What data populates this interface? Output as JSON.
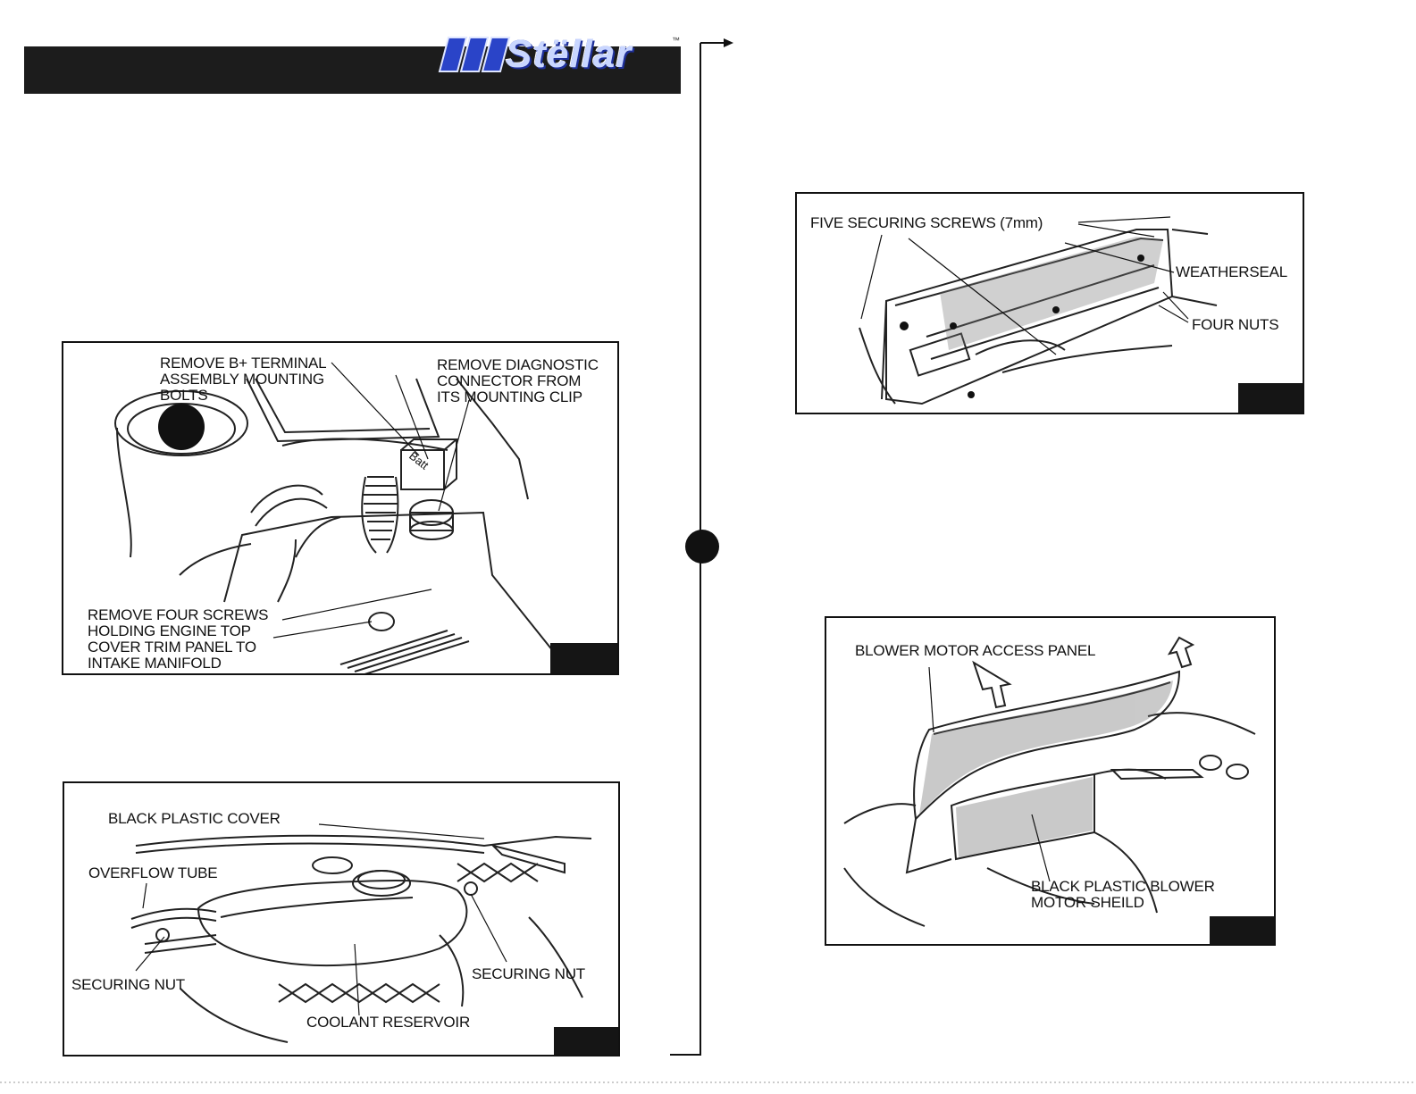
{
  "brand": {
    "name": "Stëllar",
    "trademark": "™"
  },
  "figures": [
    {
      "id": "fig-battery",
      "callouts": [
        "REMOVE B+ TERMINAL\nASSEMBLY MOUNTING\nBOLTS",
        "REMOVE DIAGNOSTIC\nCONNECTOR FROM\nITS MOUNTING CLIP",
        "REMOVE FOUR SCREWS\nHOLDING ENGINE TOP\nCOVER TRIM PANEL TO\nINTAKE MANIFOLD"
      ],
      "part_label": "Batt"
    },
    {
      "id": "fig-reservoir",
      "callouts": [
        "BLACK PLASTIC COVER",
        "OVERFLOW TUBE",
        "SECURING NUT",
        "SECURING NUT",
        "COOLANT RESERVOIR"
      ]
    },
    {
      "id": "fig-cowl",
      "callouts": [
        "FIVE SECURING SCREWS (7mm)",
        "WEATHERSEAL",
        "FOUR NUTS"
      ]
    },
    {
      "id": "fig-blower",
      "callouts": [
        "BLOWER MOTOR ACCESS PANEL",
        "BLACK PLASTIC BLOWER\nMOTOR SHEILD"
      ]
    }
  ]
}
